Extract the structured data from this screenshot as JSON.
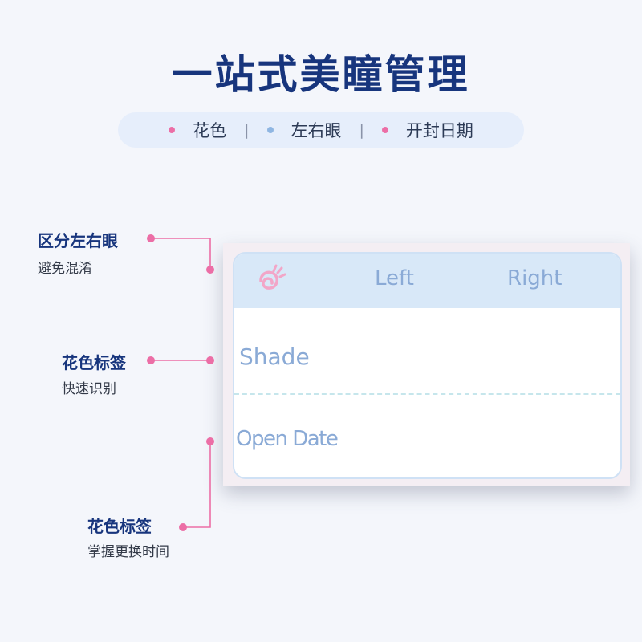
{
  "title": "一站式美瞳管理",
  "features": [
    {
      "label": "花色",
      "dot_color": "#ec6ea6"
    },
    {
      "label": "左右眼",
      "dot_color": "#8fb6e2"
    },
    {
      "label": "开封日期",
      "dot_color": "#ec6ea6"
    }
  ],
  "separator": "|",
  "label_card": {
    "logo_icon": "eye-swirl-logo",
    "col_left": "Left",
    "col_right": "Right",
    "row_shade": "Shade",
    "row_open_date": "Open Date"
  },
  "callouts": [
    {
      "title": "区分左右眼",
      "desc": "避免混淆"
    },
    {
      "title": "花色标签",
      "desc": "快速识别"
    },
    {
      "title": "花色标签",
      "desc": "掌握更换时间"
    }
  ],
  "colors": {
    "title": "#17357d",
    "accent_pink": "#ec6ea6",
    "accent_blue": "#8fb6e2",
    "label_text": "#8aaad6"
  }
}
